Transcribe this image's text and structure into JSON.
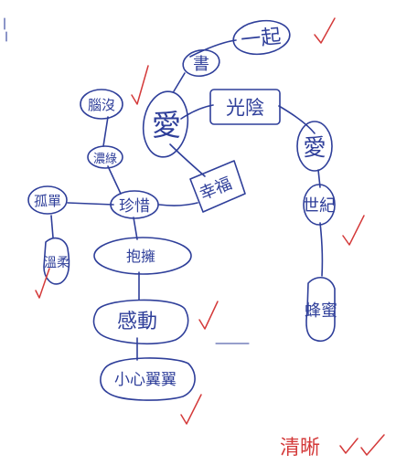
{
  "nodes": {
    "yiqi": "一起",
    "shu": "書",
    "ai_top": "愛",
    "guangyin": "光陰",
    "ai_right": "愛",
    "shiji": "世紀",
    "fengmi": "蜂蜜",
    "xingfu": "幸福",
    "zhenxi": "珍惜",
    "lianglv": "濃綠",
    "naolu": "腦沒",
    "kuchan": "孤單",
    "wenrou": "溫柔",
    "baoyong": "抱擁",
    "gandong": "感動",
    "xiaoxinyiyi": "小心翼翼"
  },
  "annotations": {
    "qingxi": "清晰"
  },
  "colors": {
    "ink": "#2f3f9a",
    "red_ink": "#d43a3a",
    "paper": "#ffffff"
  }
}
